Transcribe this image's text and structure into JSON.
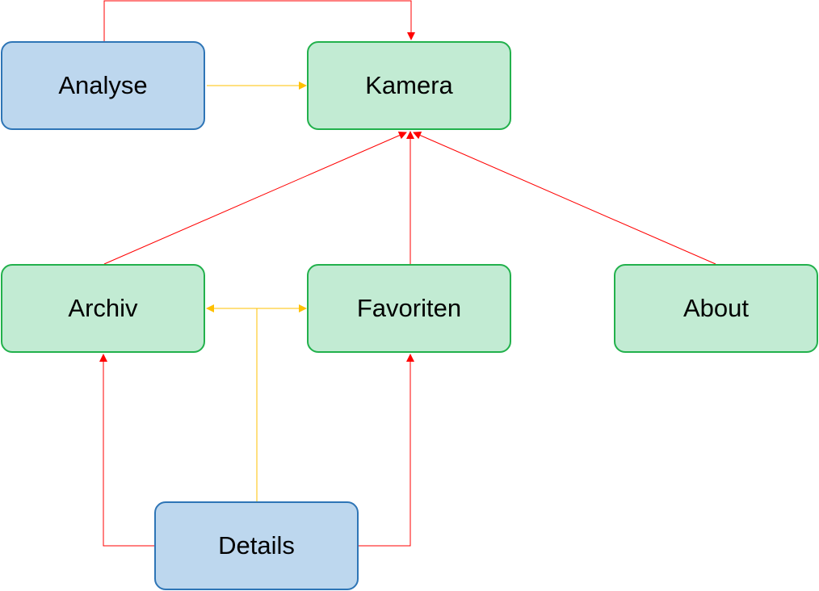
{
  "nodes": {
    "analyse": {
      "label": "Analyse",
      "style": "blue"
    },
    "kamera": {
      "label": "Kamera",
      "style": "green"
    },
    "archiv": {
      "label": "Archiv",
      "style": "green"
    },
    "favoriten": {
      "label": "Favoriten",
      "style": "green"
    },
    "about": {
      "label": "About",
      "style": "green"
    },
    "details": {
      "label": "Details",
      "style": "blue"
    }
  },
  "edges": [
    {
      "from": "analyse",
      "to": "kamera",
      "color": "red"
    },
    {
      "from": "analyse",
      "to": "kamera",
      "color": "yellow"
    },
    {
      "from": "archiv",
      "to": "kamera",
      "color": "red"
    },
    {
      "from": "favoriten",
      "to": "kamera",
      "color": "red"
    },
    {
      "from": "about",
      "to": "kamera",
      "color": "red"
    },
    {
      "from": "details",
      "to": "archiv",
      "color": "yellow"
    },
    {
      "from": "details",
      "to": "favoriten",
      "color": "yellow"
    },
    {
      "from": "details",
      "to": "archiv",
      "color": "red"
    },
    {
      "from": "details",
      "to": "favoriten",
      "color": "red"
    }
  ],
  "colors": {
    "red": "#ff0000",
    "yellow": "#ffc000",
    "blue_fill": "#bdd7ee",
    "blue_border": "#2e75b6",
    "green_fill": "#c2ebd3",
    "green_border": "#22b14c"
  }
}
